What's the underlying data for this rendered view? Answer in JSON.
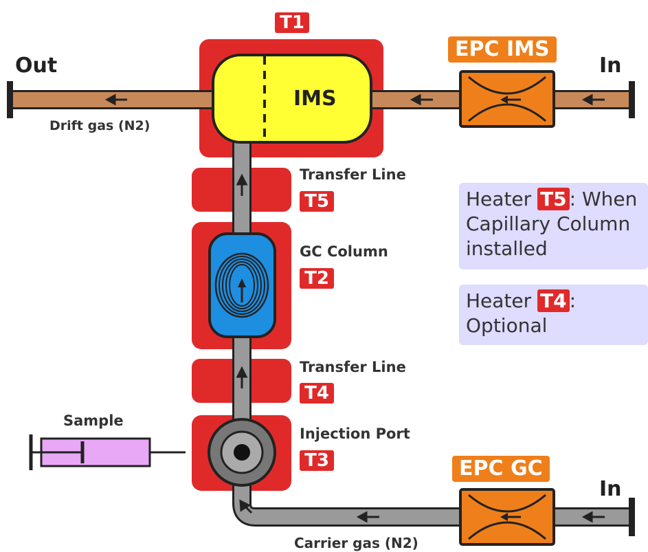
{
  "heater_tags": {
    "t1": "T1",
    "t5": "T5",
    "t2": "T2",
    "t4": "T4",
    "t3": "T3"
  },
  "epc": {
    "ims": "EPC IMS",
    "gc": "EPC GC"
  },
  "ports": {
    "out": "Out",
    "in_top": "In",
    "in_bottom": "In"
  },
  "components": {
    "ims": "IMS",
    "transfer_line_top": "Transfer Line",
    "gc_column": "GC Column",
    "transfer_line_bottom": "Transfer Line",
    "injection_port": "Injection Port",
    "sample": "Sample"
  },
  "gases": {
    "drift": "Drift gas (N2)",
    "carrier": "Carrier gas (N2)"
  },
  "notes": {
    "t5": {
      "prefix": "Heater",
      "tag": "T5",
      "text": ": When Capillary Column installed"
    },
    "t4": {
      "prefix": "Heater",
      "tag": "T4",
      "text": ": Optional"
    }
  },
  "colors": {
    "heater_red": "#e02a2a",
    "ims_yellow": "#ffff33",
    "epc_orange": "#ef7f1a",
    "column_blue": "#1e8ee0",
    "drift_line": "#c8895a",
    "carrier_line": "#9a9a9a",
    "syringe_pink": "#e8a8f5",
    "note_bg": "#dedcff"
  }
}
